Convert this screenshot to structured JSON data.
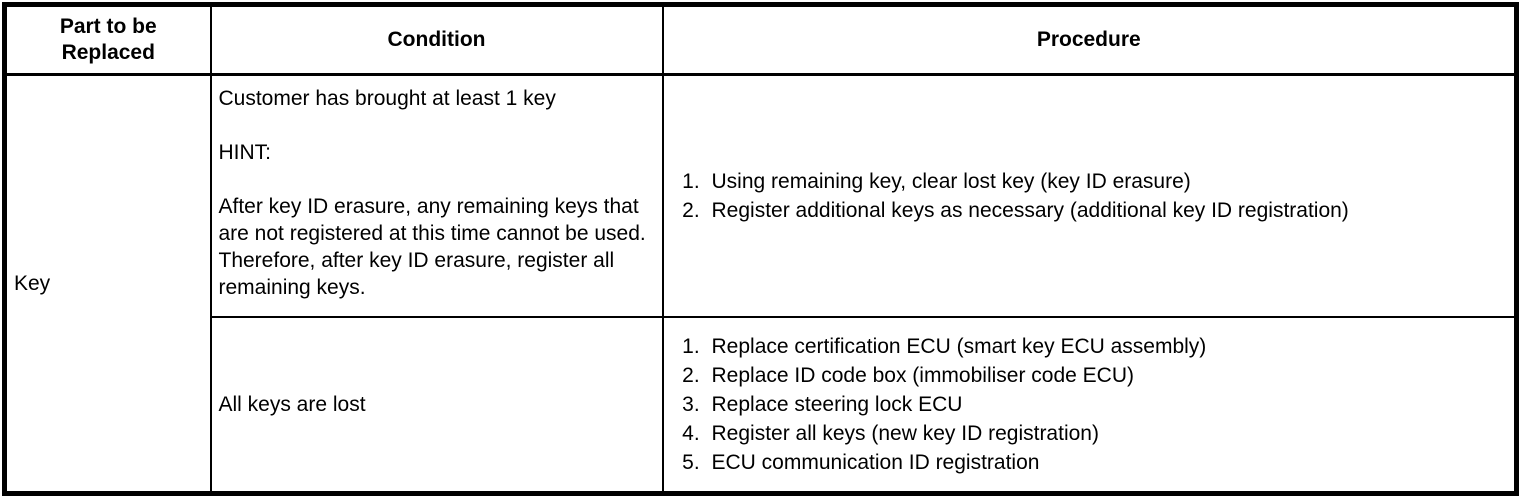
{
  "colors": {
    "border": "#000000",
    "text": "#000000",
    "background": "#ffffff"
  },
  "table": {
    "headers": {
      "part": "Part to be Replaced",
      "condition": "Condition",
      "procedure": "Procedure"
    },
    "body": {
      "part": "Key",
      "row1": {
        "condition_line": "Customer has brought at least 1 key",
        "hint_label": "HINT:",
        "hint_text": "After key ID erasure, any remaining keys that are not registered at this time cannot be used. Therefore, after key ID erasure, register all remaining keys.",
        "procedure": [
          "Using remaining key, clear lost key (key ID erasure)",
          "Register additional keys as necessary (additional key ID registration)"
        ]
      },
      "row2": {
        "condition": "All keys are lost",
        "procedure": [
          "Replace certification ECU (smart key ECU assembly)",
          "Replace ID code box (immobiliser code ECU)",
          "Replace steering lock ECU",
          "Register all keys (new key ID registration)",
          "ECU communication ID registration"
        ]
      }
    }
  }
}
